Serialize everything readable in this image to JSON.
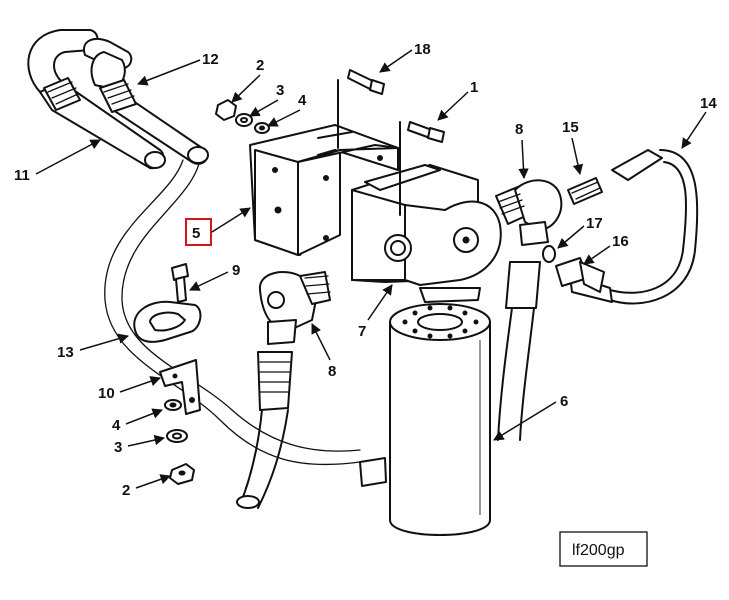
{
  "diagram": {
    "figure_id": "lf200gp",
    "callouts": {
      "c1": "1",
      "c2a": "2",
      "c2b": "2",
      "c3a": "3",
      "c3b": "3",
      "c4a": "4",
      "c4b": "4",
      "c5": "5",
      "c6": "6",
      "c7": "7",
      "c8a": "8",
      "c8b": "8",
      "c9": "9",
      "c10": "10",
      "c11": "11",
      "c12": "12",
      "c13": "13",
      "c14": "14",
      "c15": "15",
      "c16": "16",
      "c17": "17",
      "c18": "18"
    },
    "highlighted_callout": "5",
    "colors": {
      "ink": "#111111",
      "highlight": "#d01818",
      "background": "#ffffff"
    }
  }
}
